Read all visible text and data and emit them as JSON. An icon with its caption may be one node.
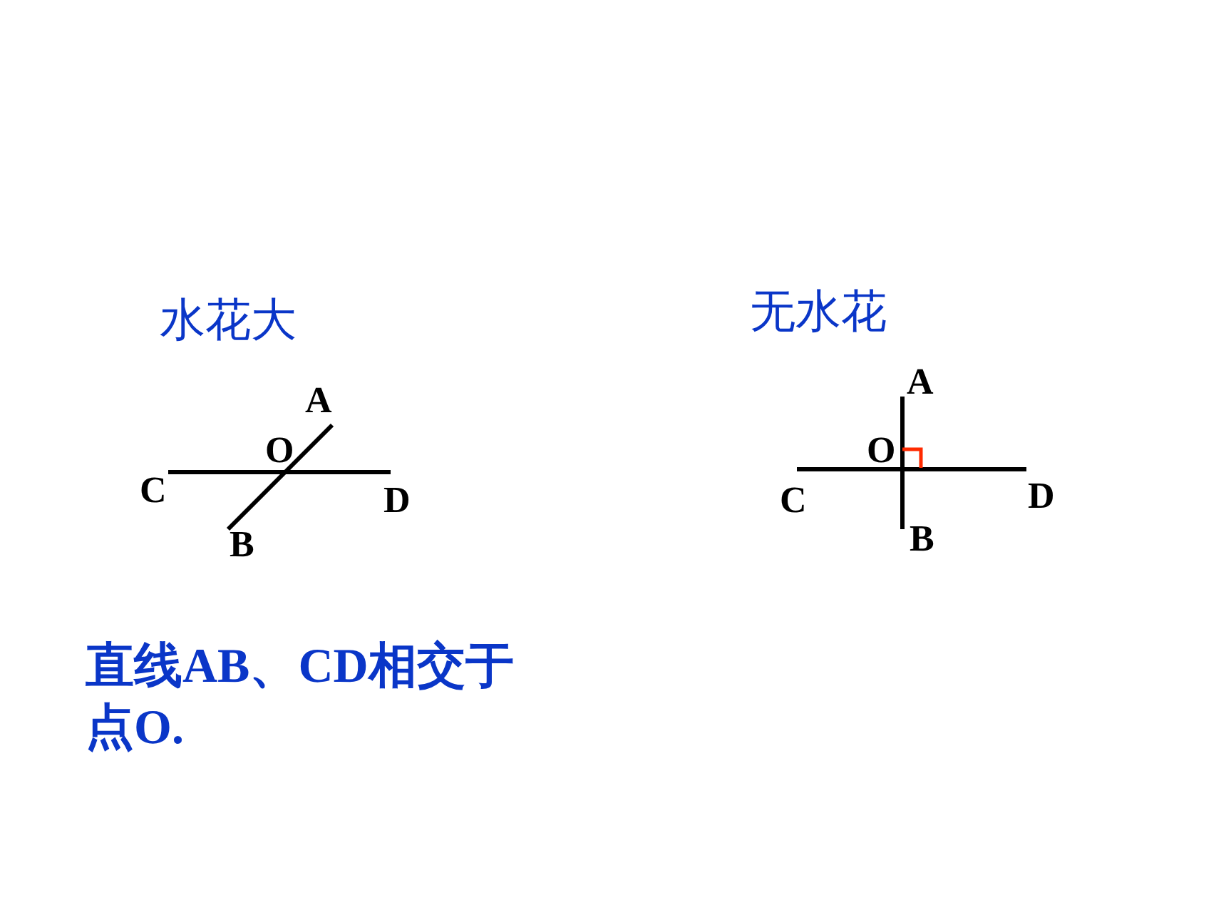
{
  "diagram": {
    "labels": [
      "水花大",
      "A",
      "O",
      "C",
      "D",
      "B",
      "无水花",
      "A",
      "O",
      "C",
      "D",
      "B",
      "直线AB、CD相交于点O."
    ]
  }
}
